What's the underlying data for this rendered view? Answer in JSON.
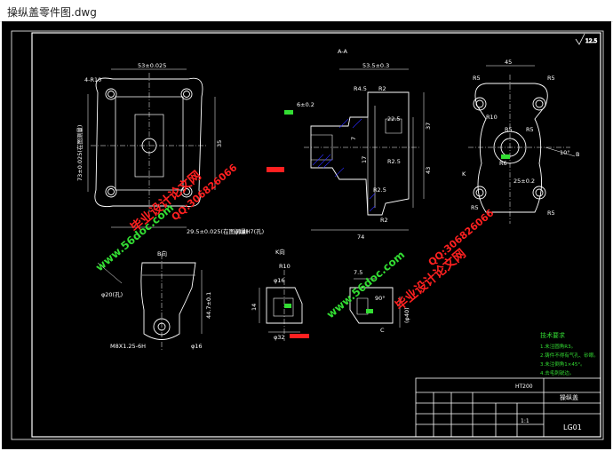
{
  "window": {
    "title": "操纵盖零件图.dwg"
  },
  "drawing": {
    "dims": {
      "d53": "53±0.025",
      "r4r10": "4-R10",
      "v73": "73±0.025(在图测量)",
      "v35": "35",
      "d295": "29.5±0.025(在图测量)",
      "d14h7": "φ14H7(孔)",
      "sec_aa": "A-A",
      "d535": "53.5±0.3",
      "r45": "R4.5",
      "r2a": "R2",
      "d225": "22.5",
      "d37": "37",
      "r25a": "R2.5",
      "d43": "43",
      "r25b": "R2.5",
      "r2b": "R2",
      "d74": "74",
      "d17": "17",
      "d7": "7",
      "d6": "6±0.2",
      "d45": "45",
      "r5a": "R5",
      "r5b": "R5",
      "r10": "R10",
      "r5c": "R5",
      "r5d": "R5",
      "r6": "R6",
      "d25": "25±0.2",
      "r5e": "R5",
      "r5f": "R5",
      "ang10": "10°",
      "lbl_k": "K",
      "lbl_b": "B",
      "lbl_c": "C",
      "view_b": "B向",
      "phi20": "φ20(孔)",
      "d447": "44.7±0.1",
      "m8": "M8X1.25-6H",
      "phi16": "φ16",
      "view_k": "K向",
      "r10b": "R10",
      "phi16b": "φ16",
      "d14": "14",
      "phi32": "φ32",
      "d75": "7.5",
      "ang90": "90°",
      "d40": "(φ40)"
    },
    "notes": {
      "title": "技术要求",
      "items": [
        "1.未注圆角R3。",
        "2.铸件不得有气孔、砂眼。",
        "3.未注倒角1×45°。",
        "4.去毛刺锐边。"
      ]
    },
    "title_block": {
      "material": "HT200",
      "name": "操纵盖",
      "code": "LG01",
      "scale": "1:1"
    },
    "watermarks": {
      "w1": "毕业设计论文网",
      "w2": "www.56doc.com",
      "w3": "QQ:306826066"
    }
  },
  "colors": {
    "canvas": "#000000",
    "line": "#ffffff",
    "accent_red": "#ff2020",
    "accent_green": "#33dd33",
    "accent_blue": "#2a2aff"
  }
}
